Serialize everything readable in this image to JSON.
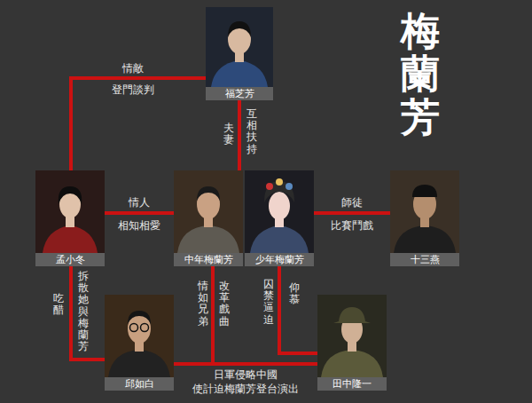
{
  "diagram": {
    "title": "梅蘭芳",
    "nodes": [
      {
        "text": [
          "福芝芳"
        ]
      },
      {
        "text": [
          "孟小冬"
        ]
      },
      {
        "text": [
          "中年梅蘭芳"
        ]
      },
      {
        "text": [
          "少年梅蘭芳"
        ]
      },
      {
        "text": [
          "十三燕"
        ]
      },
      {
        "text": [
          "邱如白"
        ]
      },
      {
        "text": [
          "田中隆一"
        ]
      }
    ],
    "edges": [
      {
        "from": 1,
        "to": 0,
        "label": "情敵",
        "arrow": "none"
      },
      {
        "from": 0,
        "to": 2,
        "label": "夫妻",
        "arrow": "none"
      },
      {
        "from": 1,
        "to": 2,
        "label": "情人",
        "arrow": "none"
      },
      {
        "from": 3,
        "to": 4,
        "label": "師徒",
        "arrow": "none"
      },
      {
        "from": 1,
        "to": 5,
        "label": "吃醋",
        "arrow": "none"
      },
      {
        "from": 2,
        "to": 5,
        "label": "情如兄弟",
        "arrow": "none"
      },
      {
        "from": 2,
        "to": 6,
        "label": "日軍侵略中國",
        "arrow": "none"
      },
      {
        "from": 3,
        "to": 6,
        "label": "囚禁逼迫",
        "arrow": "none"
      }
    ],
    "labels": [
      "登門談判",
      "互相扶持",
      "相知相愛",
      "比賽鬥戲",
      "拆散她與梅蘭芳",
      "改革戲曲",
      "使計迫梅蘭芳登台演出",
      "仰慕"
    ]
  }
}
